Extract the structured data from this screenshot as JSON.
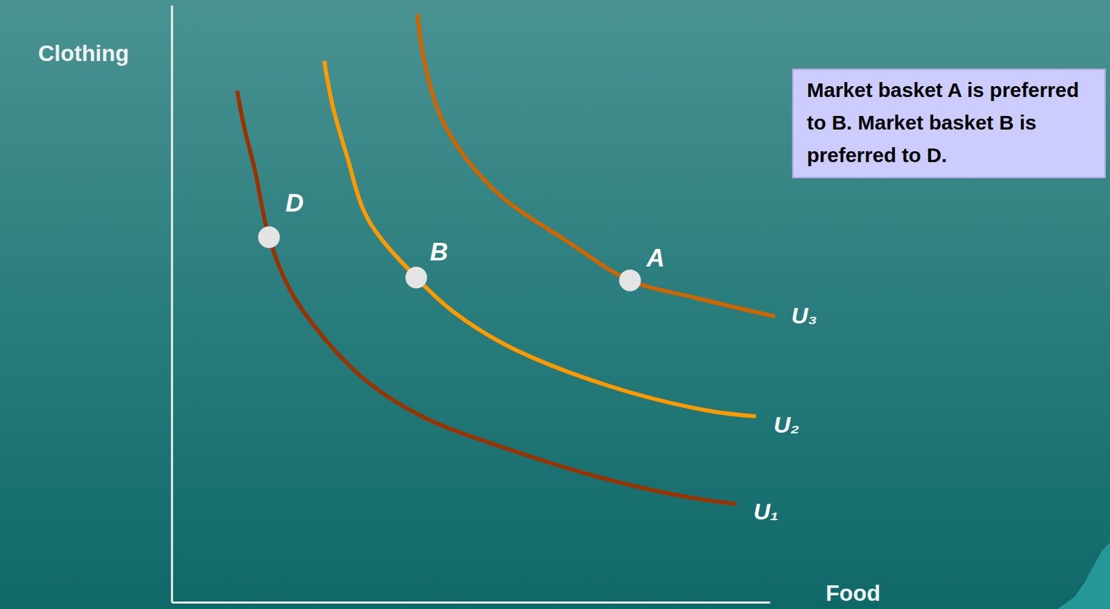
{
  "diagram": {
    "nodes": [
      {
        "text": [
          "Market basket A is preferred to B. Market basket B is preferred to D."
        ]
      }
    ],
    "labels": [
      "Clothing",
      "Food",
      "D",
      "B",
      "A",
      "U₃",
      "U₂",
      "U₁"
    ]
  }
}
